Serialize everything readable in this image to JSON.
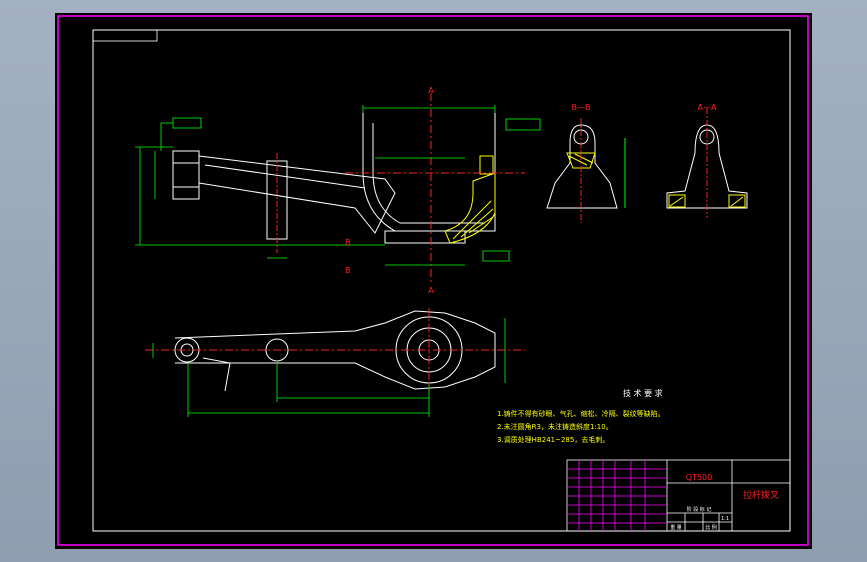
{
  "section_labels": {
    "a_top": "A",
    "a_bottom": "A",
    "b_left": "B",
    "b_right": "B",
    "bb": "B—B",
    "aa": "A—A"
  },
  "tech_requirements": {
    "title": "技 术 要 求",
    "items": [
      "1.铸件不得有砂眼、气孔、缩松、冷隔、裂纹等缺陷。",
      "2.未注圆角R3，未注铸造斜度1:10。",
      "3.调质处理HB241~285，去毛刺。"
    ]
  },
  "title_block": {
    "material": "QT500",
    "part_name": "拉杆拨叉",
    "stage": "阶 段 标 记",
    "weight": "重 量",
    "scale": "比 例",
    "scale_value": "1:1"
  },
  "colors": {
    "background": "#000000",
    "frame": "#ff00ff",
    "object_line": "#ffffff",
    "dimension": "#00ff00",
    "center_line": "#ff2020",
    "hatch": "#ffff00",
    "gui_chrome": "#a4b1c2"
  }
}
